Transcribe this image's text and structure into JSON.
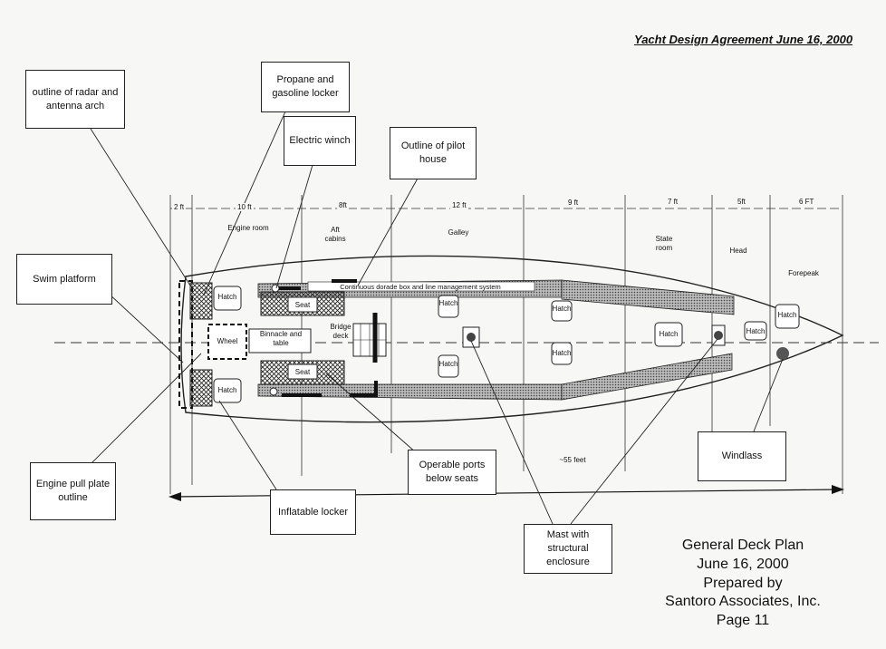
{
  "header": "Yacht Design Agreement June 16, 2000",
  "callouts": {
    "radar_arch": "outline of radar and antenna arch",
    "propane_locker": "Propane and gasoline locker",
    "electric_winch": "Electric winch",
    "pilot_house": "Outline of pilot house",
    "swim_platform": "Swim platform",
    "engine_pull_plate": "Engine pull plate outline",
    "inflatable_locker": "Inflatable locker",
    "operable_ports": "Operable ports below seats",
    "mast": "Mast with structural enclosure",
    "windlass": "Windlass"
  },
  "dimensions": [
    "2 ft",
    "10 ft",
    "8ft",
    "12 ft",
    "9 ft",
    "7 ft",
    "5ft",
    "6 FT"
  ],
  "overall_length": "~55 feet",
  "zones": {
    "engine_room": "Engine room",
    "aft_cabins": "Aft cabins",
    "galley": "Galley",
    "state_room": "State room",
    "head": "Head",
    "forepeak": "Forepeak"
  },
  "deck_labels": {
    "hatch": "Hatch",
    "seat": "Seat",
    "wheel": "Wheel",
    "binnacle": "Binnacle and table",
    "bridge_deck": "Bridge deck",
    "dorade": "Continuous dorade box and line management system"
  },
  "footer": {
    "line1": "General Deck Plan",
    "line2": "June 16, 2000",
    "line3": "Prepared by",
    "line4": "Santoro Associates, Inc.",
    "line5": "Page 11"
  }
}
